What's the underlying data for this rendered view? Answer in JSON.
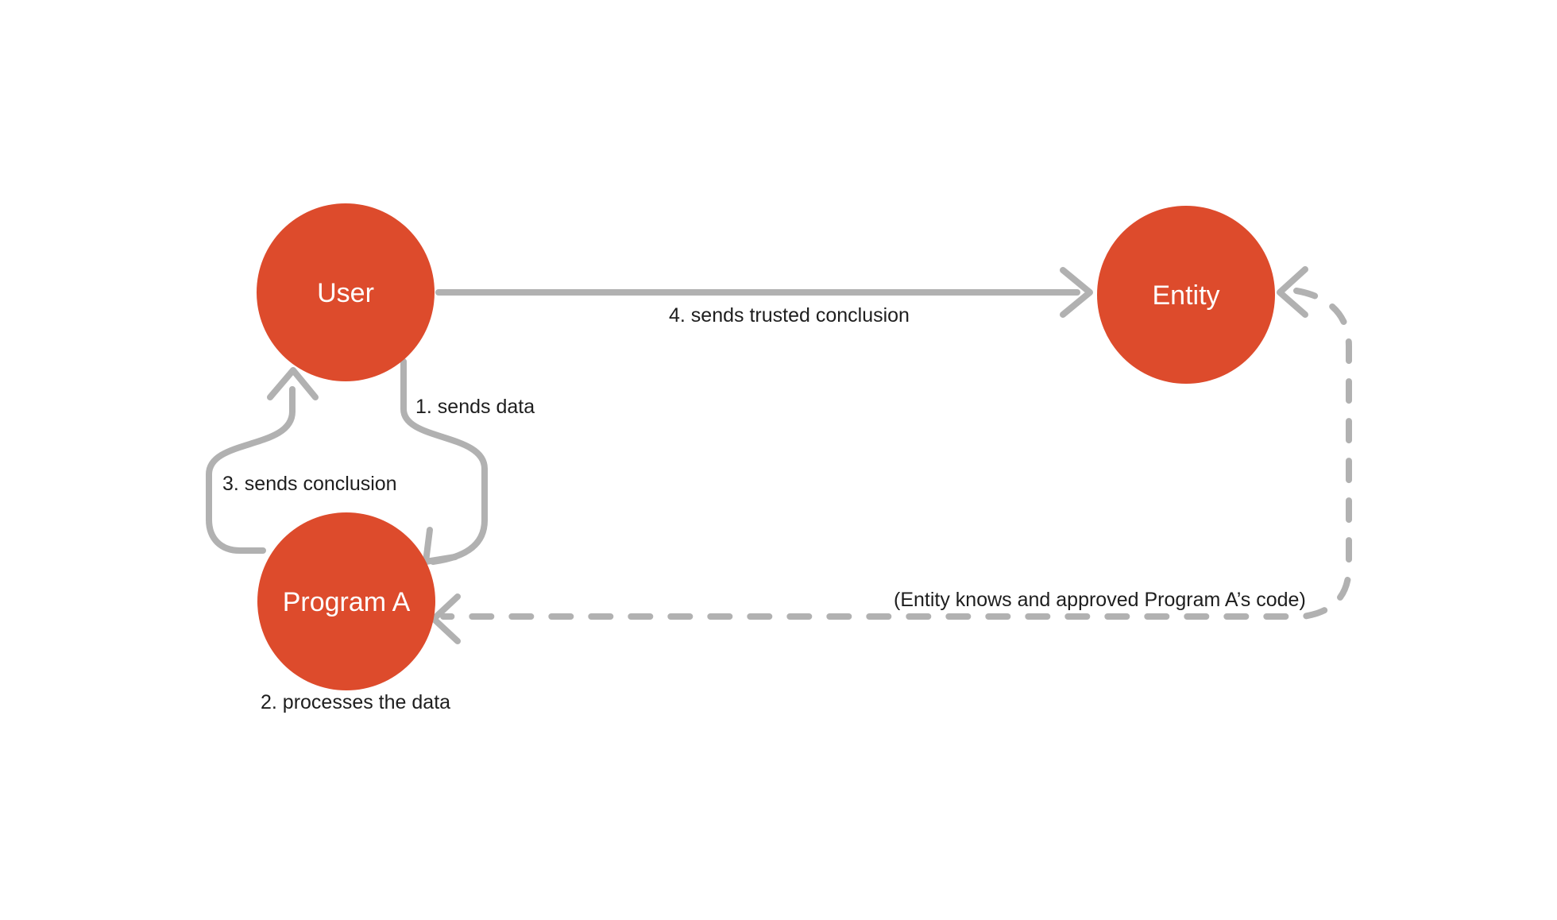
{
  "diagram": {
    "type": "flow-diagram",
    "background_color": "#ffffff",
    "colors": {
      "node_fill": "#dd4b2c",
      "node_text": "#ffffff",
      "arrow_gray": "#b1b1b1",
      "label_text": "#1e1e1e"
    },
    "nodes": [
      {
        "id": "user",
        "label": "User"
      },
      {
        "id": "entity",
        "label": "Entity"
      },
      {
        "id": "program_a",
        "label": "Program A"
      }
    ],
    "edges": [
      {
        "id": "sends_data",
        "label": "1. sends data",
        "from": "User",
        "to": "Program A",
        "line": "solid-curved",
        "arrowheads": "end"
      },
      {
        "id": "sends_conclusion",
        "label": "3. sends conclusion",
        "from": "Program A",
        "to": "User",
        "line": "solid-curved",
        "arrowheads": "end"
      },
      {
        "id": "sends_trusted_conclusion",
        "label": "4. sends trusted conclusion",
        "from": "User",
        "to": "Entity",
        "line": "solid-straight",
        "arrowheads": "end"
      },
      {
        "id": "entity_knows_code",
        "label": "(Entity knows and approved Program A’s code)",
        "from": "Entity",
        "to": "Program A",
        "line": "dashed",
        "arrowheads": "both"
      }
    ],
    "annotations": [
      {
        "id": "processes_data",
        "label": "2. processes the data",
        "attached_to": "Program A"
      }
    ]
  }
}
